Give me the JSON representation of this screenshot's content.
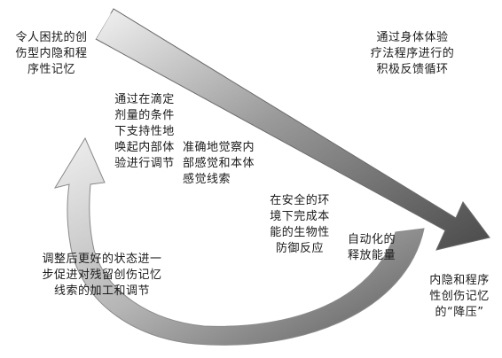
{
  "labels": {
    "top_left": "令人困扰的创\n伤型内隐和程\n序性记忆",
    "top_right": "通过身体体验\n疗法程序进行的\n积极反馈循环",
    "titration": "通过在滴定\n剂量的条件\n下支持性地\n唤起内部体\n验进行调节",
    "perception": "准确地觉察内\n部感觉和本体\n感觉线索",
    "safe_env": "在安全的环\n境下完成本\n能的生物性\n防御反应",
    "auto_release": "自动化的\n释放能量",
    "adjusted": "调整后更好的状态进一\n步促进对残留创伤记忆\n线索的加工和调节",
    "bottom_right": "内隐和程序\n性创伤记忆\n的“降压”"
  }
}
